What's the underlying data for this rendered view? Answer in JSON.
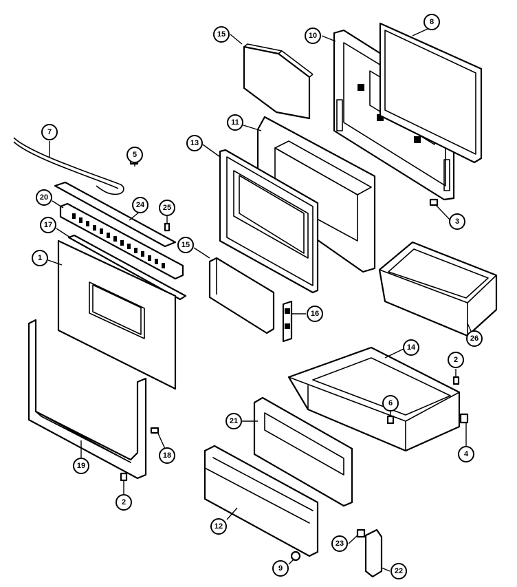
{
  "callouts": [
    {
      "id": "c-15a",
      "label": "15"
    },
    {
      "id": "c-10",
      "label": "10"
    },
    {
      "id": "c-8",
      "label": "8"
    },
    {
      "id": "c-7",
      "label": "7"
    },
    {
      "id": "c-5",
      "label": "5"
    },
    {
      "id": "c-11",
      "label": "11"
    },
    {
      "id": "c-13",
      "label": "13"
    },
    {
      "id": "c-20",
      "label": "20"
    },
    {
      "id": "c-24",
      "label": "24"
    },
    {
      "id": "c-25",
      "label": "25"
    },
    {
      "id": "c-3",
      "label": "3"
    },
    {
      "id": "c-17",
      "label": "17"
    },
    {
      "id": "c-15b",
      "label": "15"
    },
    {
      "id": "c-1",
      "label": "1"
    },
    {
      "id": "c-16",
      "label": "16"
    },
    {
      "id": "c-26",
      "label": "26"
    },
    {
      "id": "c-14",
      "label": "14"
    },
    {
      "id": "c-2a",
      "label": "2"
    },
    {
      "id": "c-6",
      "label": "6"
    },
    {
      "id": "c-21",
      "label": "21"
    },
    {
      "id": "c-4",
      "label": "4"
    },
    {
      "id": "c-18",
      "label": "18"
    },
    {
      "id": "c-19",
      "label": "19"
    },
    {
      "id": "c-2b",
      "label": "2"
    },
    {
      "id": "c-12",
      "label": "12"
    },
    {
      "id": "c-23",
      "label": "23"
    },
    {
      "id": "c-9",
      "label": "9"
    },
    {
      "id": "c-22",
      "label": "22"
    }
  ]
}
